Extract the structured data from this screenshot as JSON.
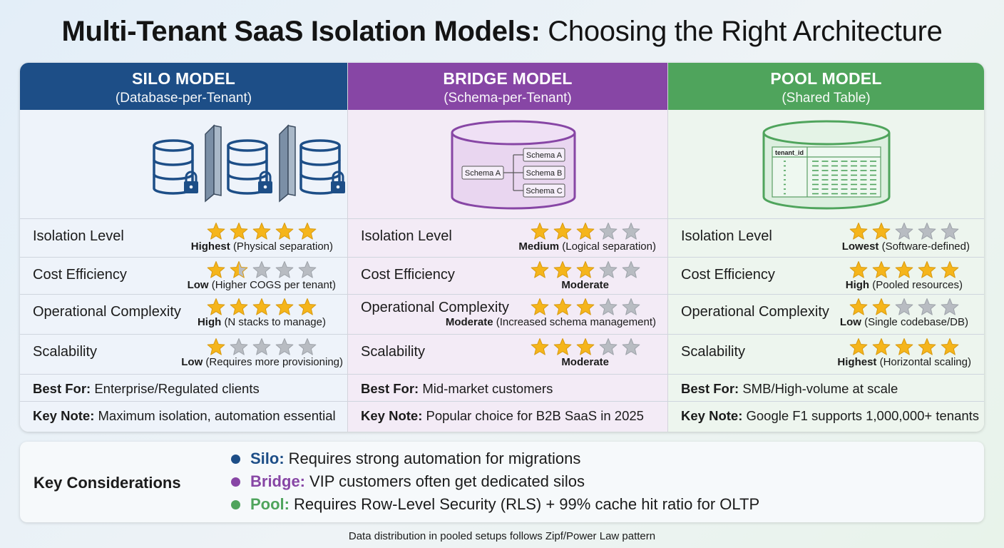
{
  "title": {
    "bold": "Multi-Tenant SaaS Isolation Models:",
    "rest": "Choosing the Right Architecture"
  },
  "colors": {
    "silo": "#1d4e87",
    "bridge": "#8746a5",
    "pool": "#4fa45c",
    "star": "#f5b51b",
    "star_empty": "#b8bcc2"
  },
  "columns": [
    {
      "name": "SILO MODEL",
      "subtitle": "(Database-per-Tenant)",
      "metrics": [
        {
          "label": "Isolation Level",
          "stars": 5,
          "rating_bold": "Highest",
          "rating_rest": "(Physical separation)"
        },
        {
          "label": "Cost Efficiency",
          "stars": 1.5,
          "rating_bold": "Low",
          "rating_rest": "(Higher COGS per tenant)"
        },
        {
          "label": "Operational Complexity",
          "stars": 5,
          "rating_bold": "High",
          "rating_rest": "(N stacks to manage)"
        },
        {
          "label": "Scalability",
          "stars": 1,
          "rating_bold": "Low",
          "rating_rest": "(Requires more provisioning)"
        }
      ],
      "best_for_label": "Best For:",
      "best_for": "Enterprise/Regulated clients",
      "key_note_label": "Key Note:",
      "key_note": "Maximum isolation, automation essential"
    },
    {
      "name": "BRIDGE MODEL",
      "subtitle": "(Schema-per-Tenant)",
      "diagram": {
        "source": "Schema A",
        "targets": [
          "Schema A",
          "Schema B",
          "Schema C"
        ]
      },
      "metrics": [
        {
          "label": "Isolation Level",
          "stars": 3,
          "rating_bold": "Medium",
          "rating_rest": "(Logical separation)"
        },
        {
          "label": "Cost Efficiency",
          "stars": 3,
          "rating_bold": "Moderate",
          "rating_rest": ""
        },
        {
          "label": "Operational Complexity",
          "stars": 3,
          "rating_bold": "Moderate",
          "rating_rest": "(Increased schema management)"
        },
        {
          "label": "Scalability",
          "stars": 3,
          "rating_bold": "Moderate",
          "rating_rest": ""
        }
      ],
      "best_for_label": "Best For:",
      "best_for": "Mid-market customers",
      "key_note_label": "Key Note:",
      "key_note": "Popular choice for B2B SaaS in 2025"
    },
    {
      "name": "POOL MODEL",
      "subtitle": "(Shared Table)",
      "diagram": {
        "column_header": "tenant_id"
      },
      "metrics": [
        {
          "label": "Isolation Level",
          "stars": 2,
          "rating_bold": "Lowest",
          "rating_rest": "(Software-defined)"
        },
        {
          "label": "Cost Efficiency",
          "stars": 5,
          "rating_bold": "High",
          "rating_rest": "(Pooled resources)"
        },
        {
          "label": "Operational Complexity",
          "stars": 2,
          "rating_bold": "Low",
          "rating_rest": "(Single codebase/DB)"
        },
        {
          "label": "Scalability",
          "stars": 5,
          "rating_bold": "Highest",
          "rating_rest": "(Horizontal scaling)"
        }
      ],
      "best_for_label": "Best For:",
      "best_for": "SMB/High-volume at scale",
      "key_note_label": "Key Note:",
      "key_note": "Google F1 supports 1,000,000+ tenants"
    }
  ],
  "considerations": {
    "label": "Key Considerations",
    "items": [
      {
        "key": "Silo:",
        "text": "Requires strong automation for migrations"
      },
      {
        "key": "Bridge:",
        "text": "VIP customers often get dedicated silos"
      },
      {
        "key": "Pool:",
        "text": "Requires Row-Level Security (RLS) + 99% cache hit ratio for OLTP"
      }
    ]
  },
  "footer": "Data distribution in pooled setups follows Zipf/Power Law pattern"
}
